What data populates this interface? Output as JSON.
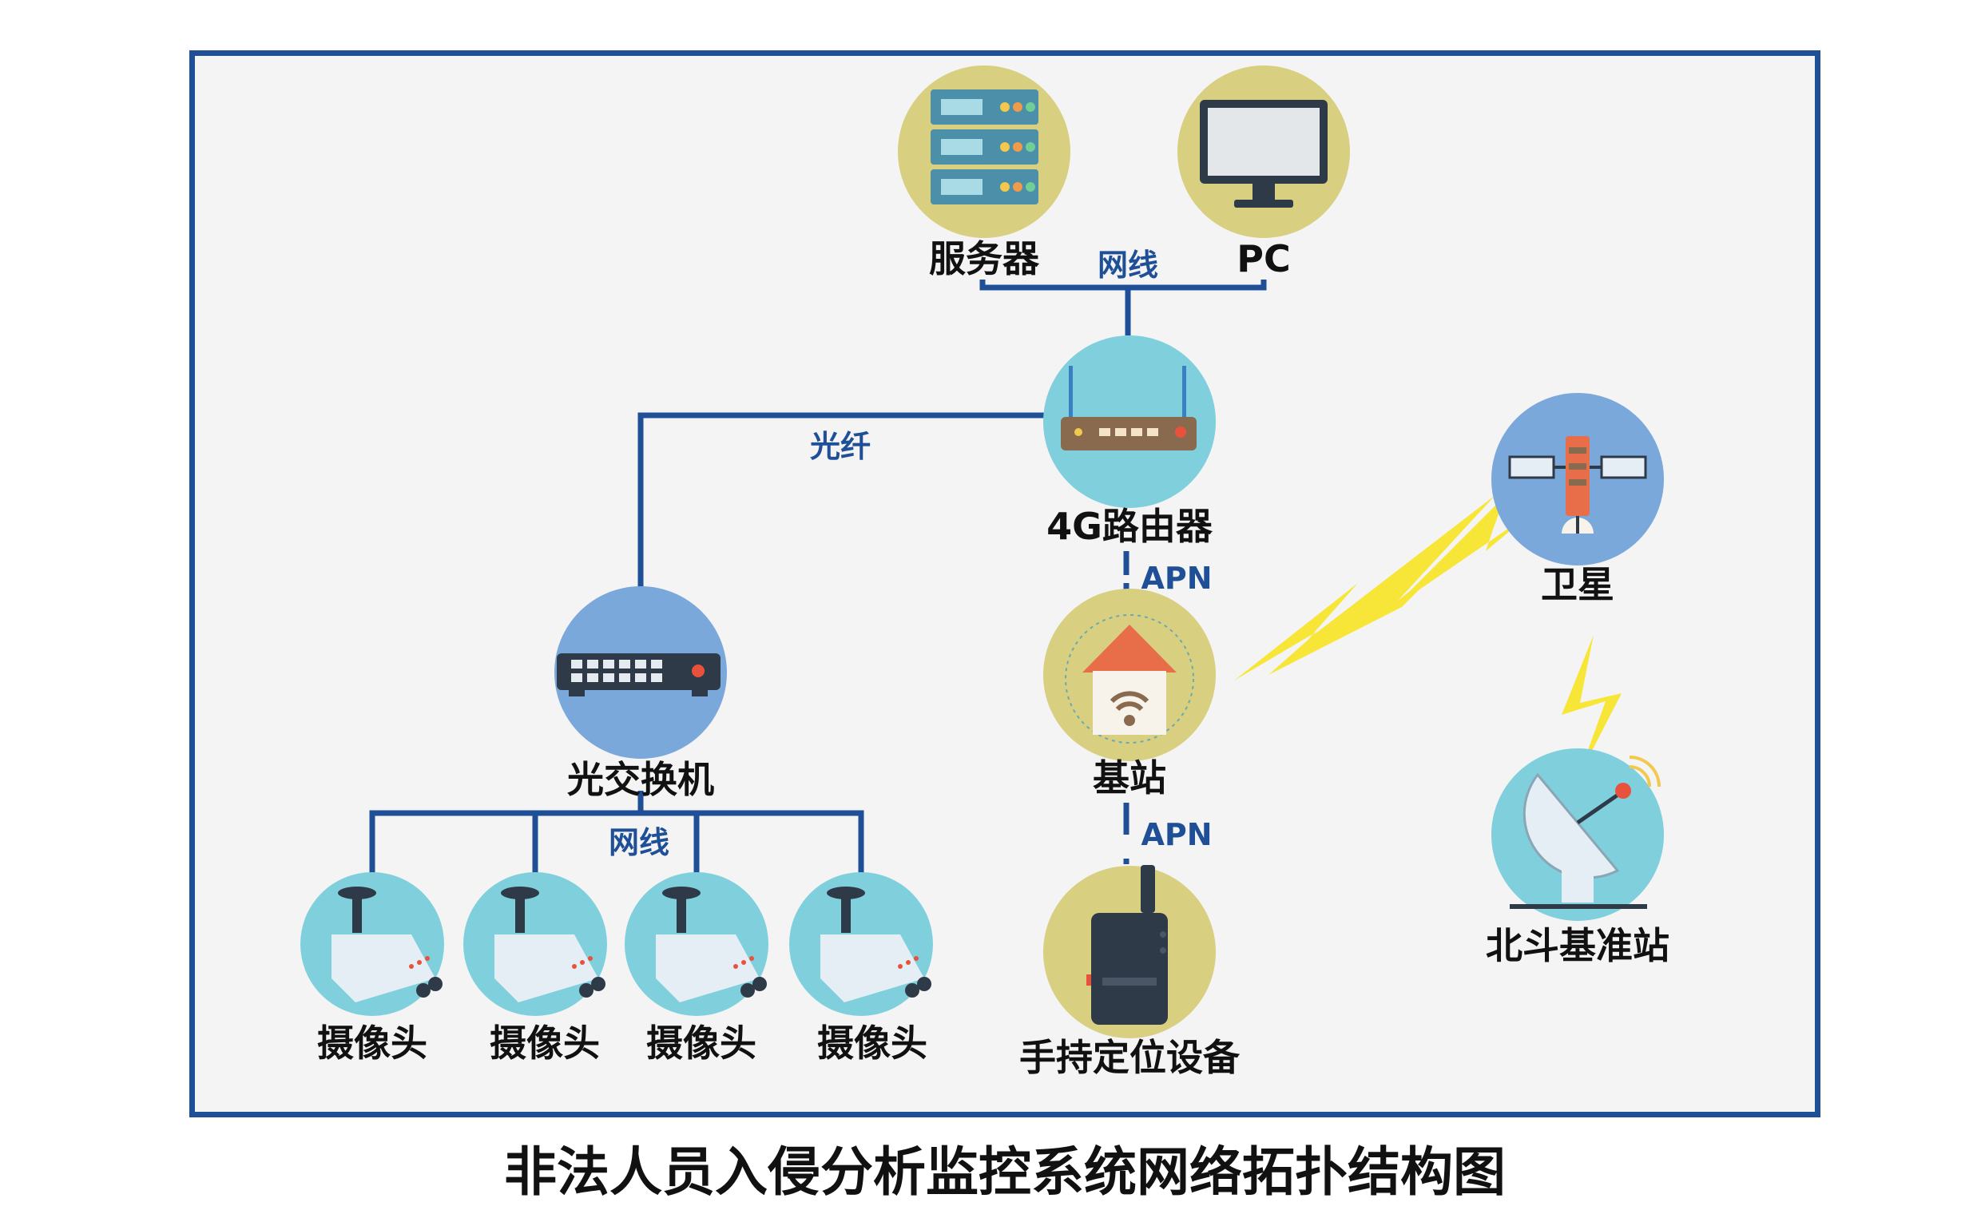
{
  "title": "非法人员入侵分析监控系统网络拓扑结构图",
  "nodes": {
    "server": "服务器",
    "pc": "PC",
    "router": "4G路由器",
    "switch": "光交换机",
    "base_station": "基站",
    "handheld": "手持定位设备",
    "satellite": "卫星",
    "beidou": "北斗基准站",
    "cameras": [
      "摄像头",
      "摄像头",
      "摄像头",
      "摄像头"
    ]
  },
  "edges": {
    "server_pc_cable": "网线",
    "router_switch_fiber": "光纤",
    "router_base_apn": "APN",
    "base_handheld_apn": "APN",
    "switch_cameras_cable": "网线"
  },
  "colors": {
    "frame": "#1f4f96",
    "wire": "#1f4f96",
    "circle_khaki": "#d8cf80",
    "circle_cyan": "#7fcfdd",
    "circle_blue": "#7aa8da",
    "bolt": "#f7e637"
  },
  "icons": {
    "server": "server-rack-icon",
    "pc": "monitor-icon",
    "router": "router-icon",
    "switch": "network-switch-icon",
    "base_station": "wifi-house-icon",
    "handheld": "walkie-talkie-icon",
    "satellite": "satellite-icon",
    "beidou": "satellite-dish-icon",
    "camera": "cctv-camera-icon"
  }
}
